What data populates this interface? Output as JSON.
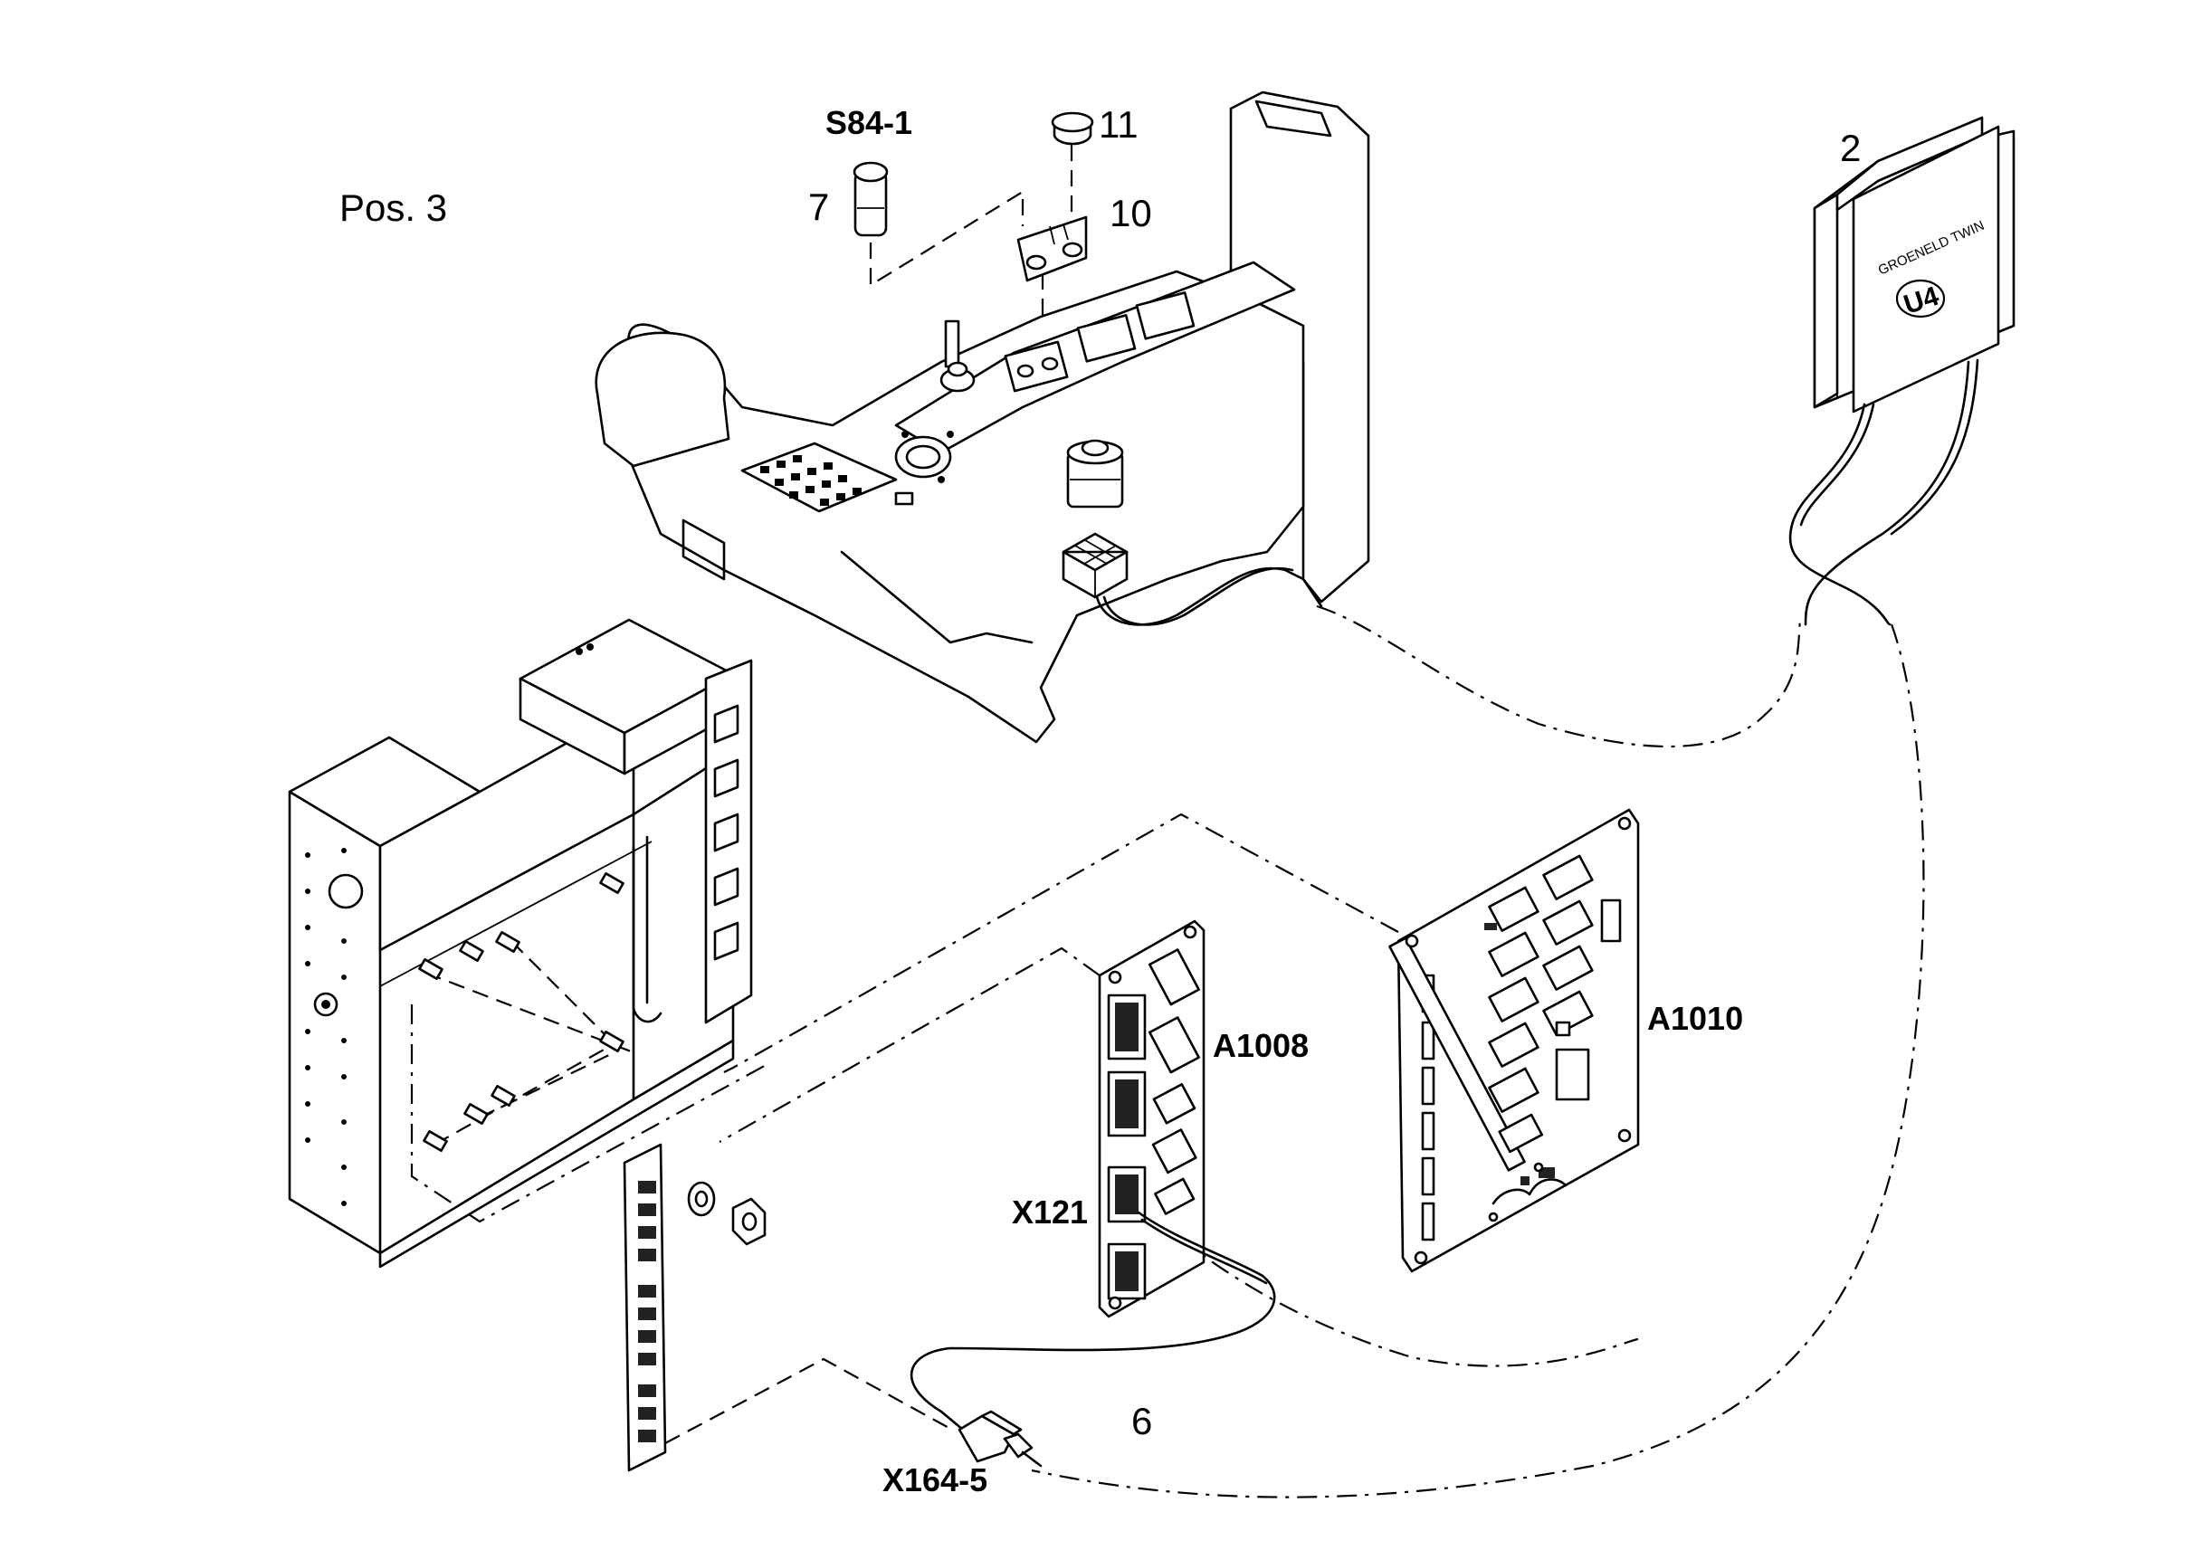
{
  "diagram": {
    "labels": {
      "pos": "Pos.  3",
      "s84": "S84-1",
      "n7_top": "7",
      "n11": "11",
      "n10": "10",
      "n7_mid": "7",
      "n2": "2",
      "groeneld": "GROENELD TWIN",
      "u4": "U4",
      "a1008": "A1008",
      "a1010": "A1010",
      "x121": "X121",
      "n6": "6",
      "x164": "X164-5"
    }
  }
}
